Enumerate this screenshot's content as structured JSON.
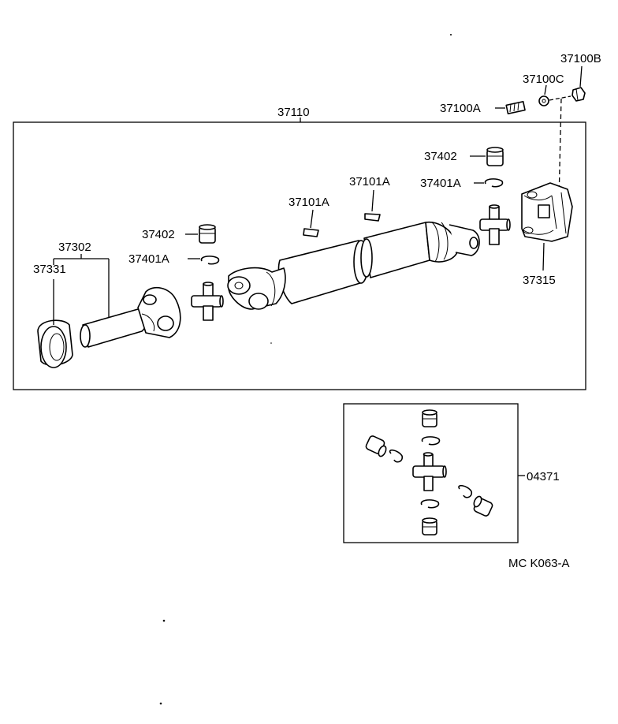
{
  "diagram": {
    "labels": {
      "assembly": "37110",
      "bolt": "37100A",
      "washer": "37100C",
      "nut": "37100B",
      "bearing_cup_front": "37402",
      "snap_ring_front": "37401A",
      "weight_left": "37101A",
      "weight_right": "37101A",
      "bearing_cup_rear": "37402",
      "snap_ring_rear": "37401A",
      "sleeve_yoke": "37302",
      "dust_seal": "37331",
      "flange_yoke": "37315",
      "spider_kit": "04371"
    },
    "figure_code": "MC K063-A"
  }
}
